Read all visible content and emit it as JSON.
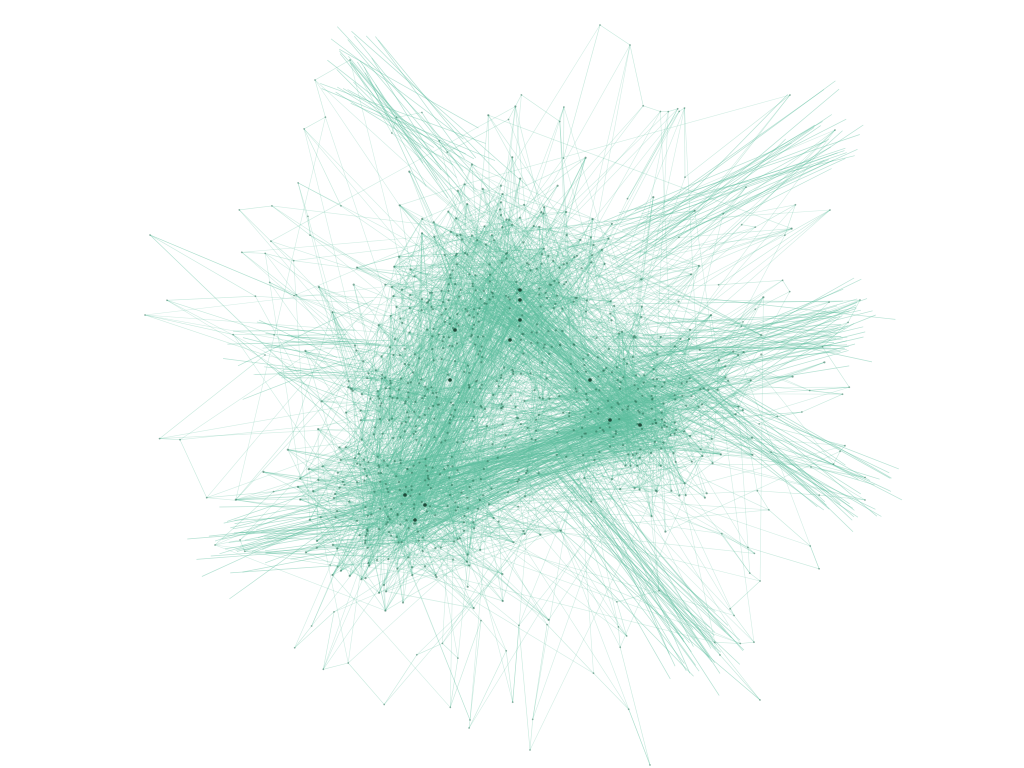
{
  "graph": {
    "description_visible_text": "",
    "edge_color": "#5fbf9f",
    "node_color": "#2e6f57",
    "hub_color": "#1f4a3a",
    "background": "#ffffff",
    "clusters": [
      {
        "id": "cluster-north",
        "spread": "large"
      },
      {
        "id": "cluster-east",
        "spread": "large"
      },
      {
        "id": "cluster-southwest",
        "spread": "large"
      },
      {
        "id": "cluster-center-west",
        "spread": "medium"
      }
    ],
    "labels_shown": false
  }
}
